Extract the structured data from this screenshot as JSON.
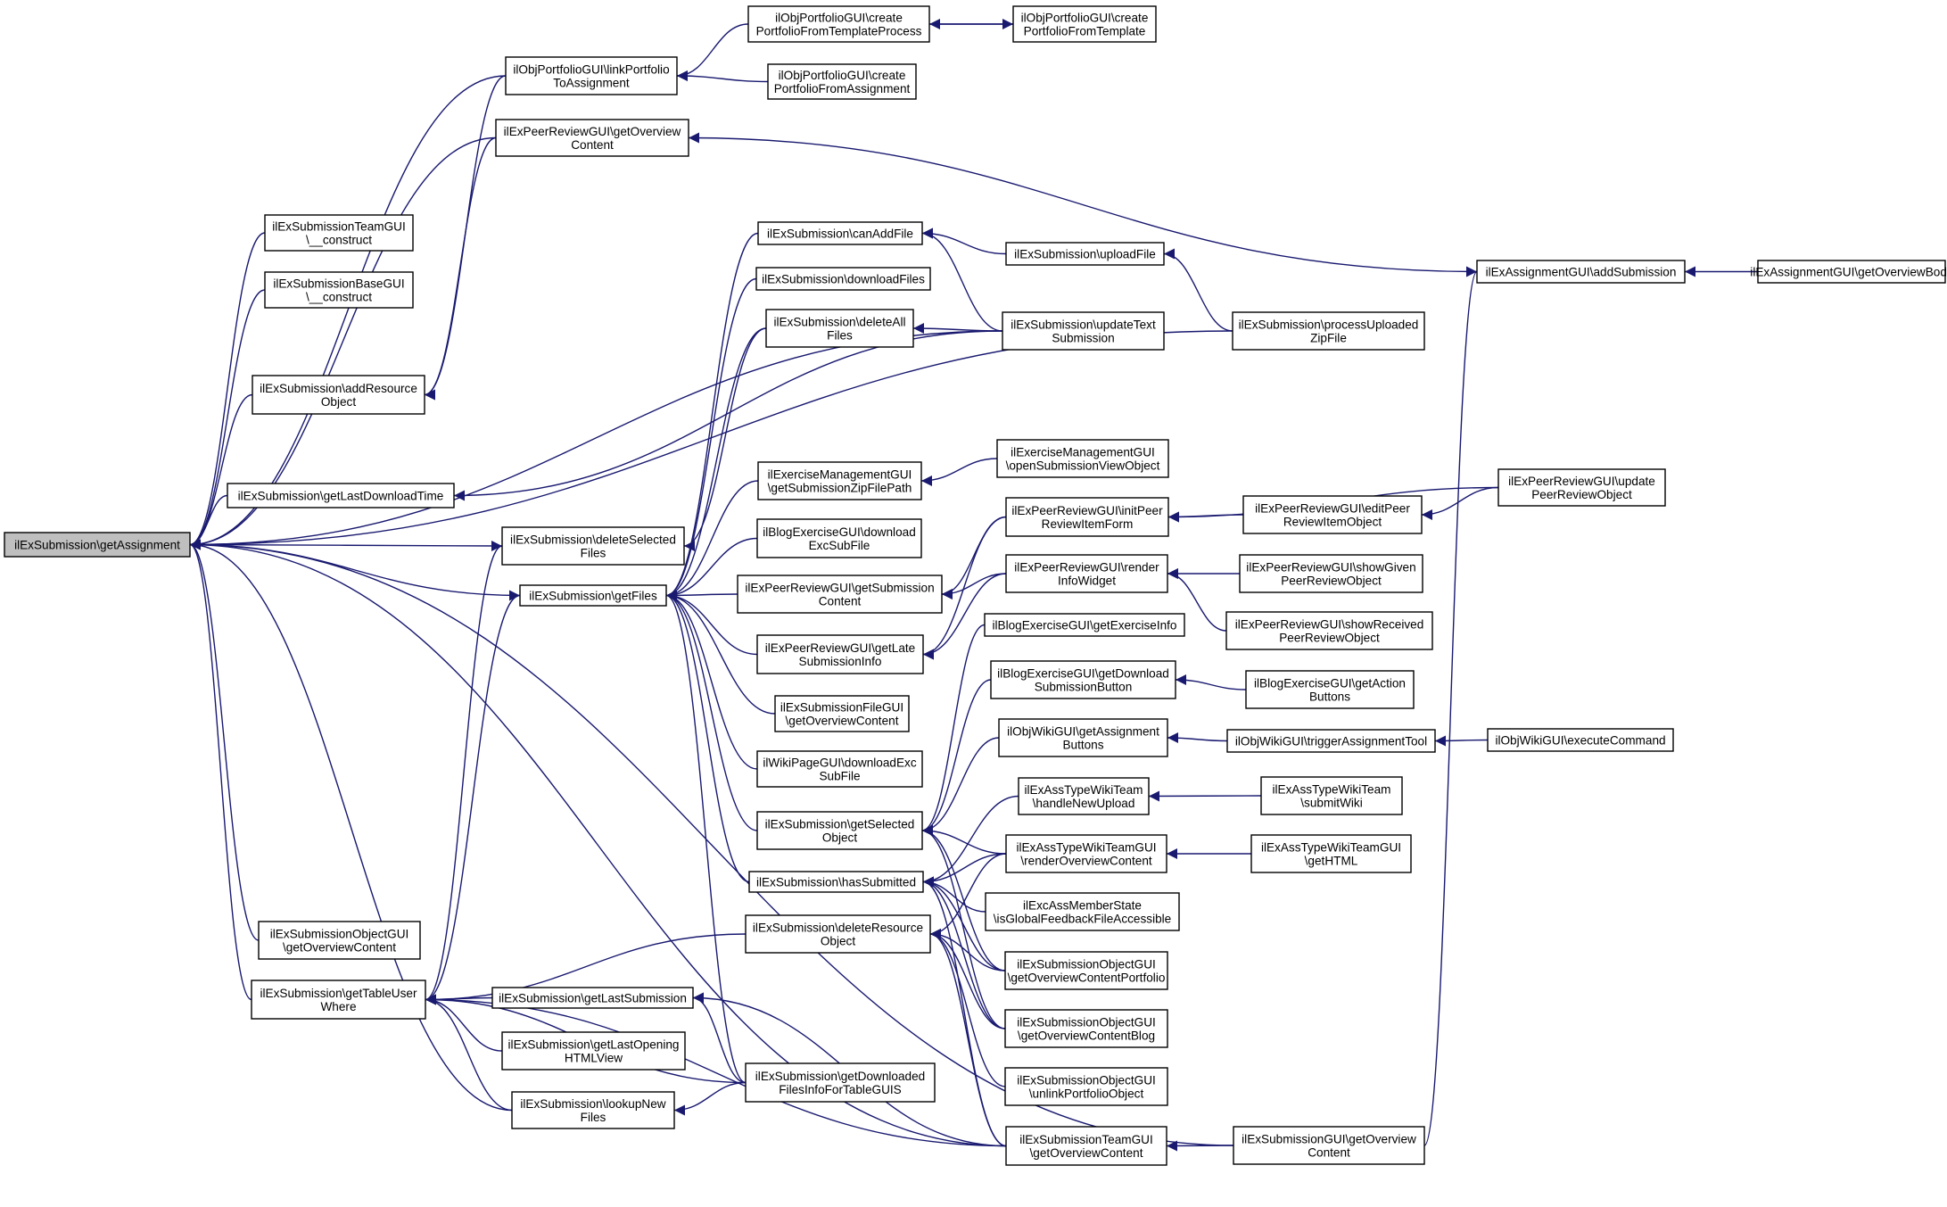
{
  "diagram": {
    "title": "",
    "colors": {
      "edge": "#191970",
      "node_border": "#000000",
      "node_fill": "#ffffff",
      "root_fill": "#bfbfbf"
    },
    "nodes": [
      {
        "id": "n0",
        "lines": [
          "ilExSubmission\\getAssignment"
        ],
        "root": true
      },
      {
        "id": "n1",
        "lines": [
          "ilExSubmissionTeamGUI",
          "\\__construct"
        ]
      },
      {
        "id": "n2",
        "lines": [
          "ilExSubmissionBaseGUI",
          "\\__construct"
        ]
      },
      {
        "id": "n3",
        "lines": [
          "ilExSubmission\\addResource",
          "Object"
        ]
      },
      {
        "id": "n4",
        "lines": [
          "ilExSubmission\\getLastDownloadTime"
        ]
      },
      {
        "id": "n5",
        "lines": [
          "ilExSubmission\\deleteSelected",
          "Files"
        ]
      },
      {
        "id": "n6",
        "lines": [
          "ilExSubmission\\getFiles"
        ]
      },
      {
        "id": "n7",
        "lines": [
          "ilExSubmissionObjectGUI",
          "\\getOverviewContent"
        ]
      },
      {
        "id": "n8",
        "lines": [
          "ilExSubmission\\getTableUser",
          "Where"
        ]
      },
      {
        "id": "n9",
        "lines": [
          "ilExSubmission\\getLastSubmission"
        ]
      },
      {
        "id": "n10",
        "lines": [
          "ilExSubmission\\getLastOpening",
          "HTMLView"
        ]
      },
      {
        "id": "n11",
        "lines": [
          "ilExSubmission\\lookupNew",
          "Files"
        ]
      },
      {
        "id": "n12",
        "lines": [
          "ilObjPortfolioGUI\\linkPortfolio",
          "ToAssignment"
        ]
      },
      {
        "id": "n13",
        "lines": [
          "ilExPeerReviewGUI\\getOverview",
          "Content"
        ]
      },
      {
        "id": "n14",
        "lines": [
          "ilObjPortfolioGUI\\create",
          "PortfolioFromTemplateProcess"
        ]
      },
      {
        "id": "n15",
        "lines": [
          "ilObjPortfolioGUI\\create",
          "PortfolioFromTemplate"
        ]
      },
      {
        "id": "n16",
        "lines": [
          "ilObjPortfolioGUI\\create",
          "PortfolioFromAssignment"
        ]
      },
      {
        "id": "n17",
        "lines": [
          "ilExSubmission\\canAddFile"
        ]
      },
      {
        "id": "n18",
        "lines": [
          "ilExSubmission\\downloadFiles"
        ]
      },
      {
        "id": "n19",
        "lines": [
          "ilExSubmission\\deleteAll",
          "Files"
        ]
      },
      {
        "id": "n20",
        "lines": [
          "ilExerciseManagementGUI",
          "\\getSubmissionZipFilePath"
        ]
      },
      {
        "id": "n21",
        "lines": [
          "ilBlogExerciseGUI\\download",
          "ExcSubFile"
        ]
      },
      {
        "id": "n22",
        "lines": [
          "ilExPeerReviewGUI\\getSubmission",
          "Content"
        ]
      },
      {
        "id": "n23",
        "lines": [
          "ilExPeerReviewGUI\\getLate",
          "SubmissionInfo"
        ]
      },
      {
        "id": "n24",
        "lines": [
          "ilExSubmissionFileGUI",
          "\\getOverviewContent"
        ]
      },
      {
        "id": "n25",
        "lines": [
          "ilWikiPageGUI\\downloadExc",
          "SubFile"
        ]
      },
      {
        "id": "n26",
        "lines": [
          "ilExSubmission\\getSelected",
          "Object"
        ]
      },
      {
        "id": "n27",
        "lines": [
          "ilExSubmission\\hasSubmitted"
        ]
      },
      {
        "id": "n28",
        "lines": [
          "ilExSubmission\\deleteResource",
          "Object"
        ]
      },
      {
        "id": "n29",
        "lines": [
          "ilExSubmission\\getDownloaded",
          "FilesInfoForTableGUIS"
        ]
      },
      {
        "id": "n30",
        "lines": [
          "ilExSubmission\\uploadFile"
        ]
      },
      {
        "id": "n31",
        "lines": [
          "ilExSubmission\\updateText",
          "Submission"
        ]
      },
      {
        "id": "n32",
        "lines": [
          "ilExerciseManagementGUI",
          "\\openSubmissionViewObject"
        ]
      },
      {
        "id": "n33",
        "lines": [
          "ilExPeerReviewGUI\\initPeer",
          "ReviewItemForm"
        ]
      },
      {
        "id": "n34",
        "lines": [
          "ilExPeerReviewGUI\\render",
          "InfoWidget"
        ]
      },
      {
        "id": "n35",
        "lines": [
          "ilBlogExerciseGUI\\getExerciseInfo"
        ]
      },
      {
        "id": "n36",
        "lines": [
          "ilBlogExerciseGUI\\getDownload",
          "SubmissionButton"
        ]
      },
      {
        "id": "n37",
        "lines": [
          "ilObjWikiGUI\\getAssignment",
          "Buttons"
        ]
      },
      {
        "id": "n38",
        "lines": [
          "ilExAssTypeWikiTeam",
          "\\handleNewUpload"
        ]
      },
      {
        "id": "n39",
        "lines": [
          "ilExAssTypeWikiTeamGUI",
          "\\renderOverviewContent"
        ]
      },
      {
        "id": "n40",
        "lines": [
          "ilExcAssMemberState",
          "\\isGlobalFeedbackFileAccessible"
        ]
      },
      {
        "id": "n41",
        "lines": [
          "ilExSubmissionObjectGUI",
          "\\getOverviewContentPortfolio"
        ]
      },
      {
        "id": "n42",
        "lines": [
          "ilExSubmissionObjectGUI",
          "\\getOverviewContentBlog"
        ]
      },
      {
        "id": "n43",
        "lines": [
          "ilExSubmissionObjectGUI",
          "\\unlinkPortfolioObject"
        ]
      },
      {
        "id": "n44",
        "lines": [
          "ilExSubmissionTeamGUI",
          "\\getOverviewContent"
        ]
      },
      {
        "id": "n45",
        "lines": [
          "ilExSubmission\\processUploaded",
          "ZipFile"
        ]
      },
      {
        "id": "n46",
        "lines": [
          "ilExPeerReviewGUI\\editPeer",
          "ReviewItemObject"
        ]
      },
      {
        "id": "n47",
        "lines": [
          "ilExPeerReviewGUI\\showGiven",
          "PeerReviewObject"
        ]
      },
      {
        "id": "n48",
        "lines": [
          "ilExPeerReviewGUI\\showReceived",
          "PeerReviewObject"
        ]
      },
      {
        "id": "n49",
        "lines": [
          "ilBlogExerciseGUI\\getAction",
          "Buttons"
        ]
      },
      {
        "id": "n50",
        "lines": [
          "ilObjWikiGUI\\triggerAssignmentTool"
        ]
      },
      {
        "id": "n51",
        "lines": [
          "ilExAssTypeWikiTeam",
          "\\submitWiki"
        ]
      },
      {
        "id": "n52",
        "lines": [
          "ilExAssTypeWikiTeamGUI",
          "\\getHTML"
        ]
      },
      {
        "id": "n53",
        "lines": [
          "ilExSubmissionGUI\\getOverview",
          "Content"
        ]
      },
      {
        "id": "n54",
        "lines": [
          "ilExAssignmentGUI\\addSubmission"
        ]
      },
      {
        "id": "n55",
        "lines": [
          "ilExPeerReviewGUI\\update",
          "PeerReviewObject"
        ]
      },
      {
        "id": "n56",
        "lines": [
          "ilObjWikiGUI\\executeCommand"
        ]
      },
      {
        "id": "n57",
        "lines": [
          "ilExAssignmentGUI\\getOverviewBody"
        ]
      }
    ],
    "edges": [
      [
        "n1",
        "n0"
      ],
      [
        "n2",
        "n0"
      ],
      [
        "n3",
        "n0"
      ],
      [
        "n4",
        "n0"
      ],
      [
        "n5",
        "n0"
      ],
      [
        "n6",
        "n0"
      ],
      [
        "n7",
        "n0"
      ],
      [
        "n8",
        "n0"
      ],
      [
        "n11",
        "n0"
      ],
      [
        "n12",
        "n0"
      ],
      [
        "n13",
        "n0"
      ],
      [
        "n31",
        "n0"
      ],
      [
        "n45",
        "n0"
      ],
      [
        "n44",
        "n0"
      ],
      [
        "n53",
        "n0"
      ],
      [
        "n12",
        "n3"
      ],
      [
        "n13",
        "n3"
      ],
      [
        "n14",
        "n12"
      ],
      [
        "n16",
        "n12"
      ],
      [
        "n15",
        "n14"
      ],
      [
        "n14",
        "n15"
      ],
      [
        "n54",
        "n13"
      ],
      [
        "n57",
        "n54"
      ],
      [
        "n53",
        "n54"
      ],
      [
        "n31",
        "n4"
      ],
      [
        "n19",
        "n5"
      ],
      [
        "n8",
        "n5"
      ],
      [
        "n17",
        "n6"
      ],
      [
        "n18",
        "n6"
      ],
      [
        "n19",
        "n6"
      ],
      [
        "n20",
        "n6"
      ],
      [
        "n21",
        "n6"
      ],
      [
        "n22",
        "n6"
      ],
      [
        "n23",
        "n6"
      ],
      [
        "n24",
        "n6"
      ],
      [
        "n25",
        "n6"
      ],
      [
        "n26",
        "n6"
      ],
      [
        "n27",
        "n6"
      ],
      [
        "n29",
        "n6"
      ],
      [
        "n8",
        "n6"
      ],
      [
        "n9",
        "n8"
      ],
      [
        "n10",
        "n8"
      ],
      [
        "n11",
        "n8"
      ],
      [
        "n28",
        "n8"
      ],
      [
        "n29",
        "n8"
      ],
      [
        "n44",
        "n8"
      ],
      [
        "n44",
        "n9"
      ],
      [
        "n29",
        "n9"
      ],
      [
        "n29",
        "n11"
      ],
      [
        "n30",
        "n17"
      ],
      [
        "n31",
        "n17"
      ],
      [
        "n45",
        "n30"
      ],
      [
        "n31",
        "n19"
      ],
      [
        "n32",
        "n20"
      ],
      [
        "n33",
        "n22"
      ],
      [
        "n34",
        "n22"
      ],
      [
        "n33",
        "n23"
      ],
      [
        "n34",
        "n23"
      ],
      [
        "n46",
        "n33"
      ],
      [
        "n55",
        "n33"
      ],
      [
        "n55",
        "n46"
      ],
      [
        "n47",
        "n34"
      ],
      [
        "n48",
        "n34"
      ],
      [
        "n35",
        "n26"
      ],
      [
        "n36",
        "n26"
      ],
      [
        "n37",
        "n26"
      ],
      [
        "n39",
        "n26"
      ],
      [
        "n41",
        "n26"
      ],
      [
        "n42",
        "n26"
      ],
      [
        "n49",
        "n36"
      ],
      [
        "n50",
        "n37"
      ],
      [
        "n56",
        "n50"
      ],
      [
        "n38",
        "n27"
      ],
      [
        "n39",
        "n27"
      ],
      [
        "n40",
        "n27"
      ],
      [
        "n41",
        "n27"
      ],
      [
        "n42",
        "n27"
      ],
      [
        "n44",
        "n27"
      ],
      [
        "n51",
        "n38"
      ],
      [
        "n52",
        "n39"
      ],
      [
        "n39",
        "n28"
      ],
      [
        "n41",
        "n28"
      ],
      [
        "n42",
        "n28"
      ],
      [
        "n43",
        "n28"
      ],
      [
        "n44",
        "n28"
      ],
      [
        "n53",
        "n44"
      ]
    ]
  }
}
